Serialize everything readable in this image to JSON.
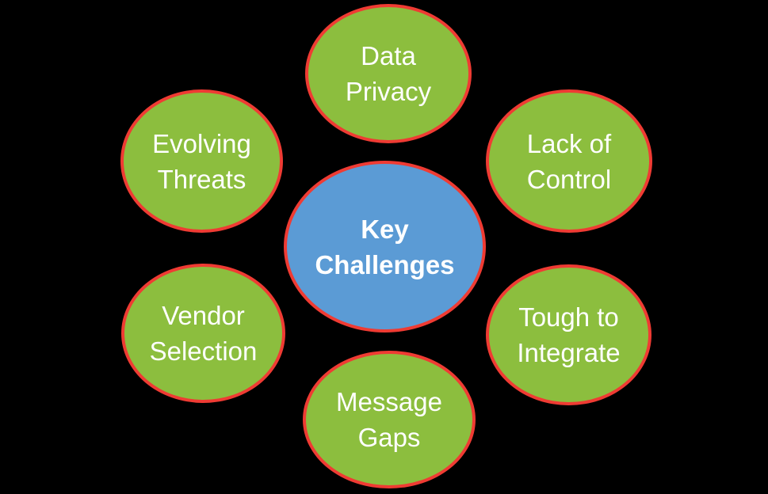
{
  "diagram": {
    "type": "radial-hub-diagram",
    "colors": {
      "background": "#000000",
      "satellite_fill": "#8cbe3e",
      "center_fill": "#5b9bd5",
      "outline": "#ef3b33",
      "text": "#ffffff"
    },
    "center": {
      "id": "key-challenges",
      "line1": "Key",
      "line2": "Challenges"
    },
    "satellites": [
      {
        "id": "data-privacy",
        "position": "top",
        "line1": "Data",
        "line2": "Privacy"
      },
      {
        "id": "lack-of-control",
        "position": "top-right",
        "line1": "Lack of",
        "line2": "Control"
      },
      {
        "id": "tough-to-integrate",
        "position": "bottom-right",
        "line1": "Tough to",
        "line2": "Integrate"
      },
      {
        "id": "message-gaps",
        "position": "bottom",
        "line1": "Message",
        "line2": "Gaps"
      },
      {
        "id": "vendor-selection",
        "position": "bottom-left",
        "line1": "Vendor",
        "line2": "Selection"
      },
      {
        "id": "evolving-threats",
        "position": "top-left",
        "line1": "Evolving",
        "line2": "Threats"
      }
    ]
  }
}
